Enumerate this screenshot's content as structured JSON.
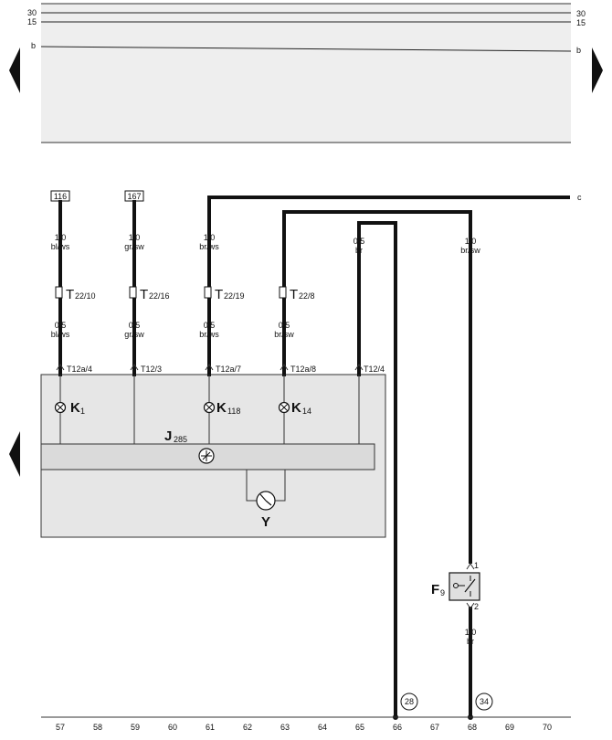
{
  "rails": [
    {
      "id": "30",
      "left": "30",
      "right": "30"
    },
    {
      "id": "15",
      "left": "15",
      "right": "15"
    },
    {
      "id": "b",
      "left": "b",
      "right": "b"
    }
  ],
  "rail_c": "c",
  "ref_boxes": [
    "116",
    "167"
  ],
  "wires": [
    {
      "top_size": "1,0",
      "top_color": "bl/ws",
      "connector": "T",
      "connector_sub": "22/10",
      "bottom_size": "0,5",
      "bottom_color": "bl/ws",
      "pin": "T12a/4"
    },
    {
      "top_size": "1,0",
      "top_color": "gr/sw",
      "connector": "T",
      "connector_sub": "22/16",
      "bottom_size": "0,5",
      "bottom_color": "gr/sw",
      "pin": "T12/3"
    },
    {
      "top_size": "1,0",
      "top_color": "br/ws",
      "connector": "T",
      "connector_sub": "22/19",
      "bottom_size": "0,5",
      "bottom_color": "br/ws",
      "pin": "T12a/7"
    },
    {
      "top_size": "",
      "top_color": "",
      "connector": "T",
      "connector_sub": "22/8",
      "bottom_size": "0,5",
      "bottom_color": "br/sw",
      "pin": "T12a/8"
    },
    {
      "top_size": "0,5",
      "top_color": "br",
      "connector": "",
      "connector_sub": "",
      "bottom_size": "",
      "bottom_color": "",
      "pin": "T12/4"
    },
    {
      "top_size": "1,0",
      "top_color": "br/sw",
      "connector": "",
      "connector_sub": "",
      "bottom_size": "",
      "bottom_color": "",
      "pin": ""
    }
  ],
  "lamps": [
    {
      "name": "K",
      "sub": "1"
    },
    {
      "name": "K",
      "sub": "118"
    },
    {
      "name": "K",
      "sub": "14"
    }
  ],
  "control_unit": {
    "name": "J",
    "sub": "285"
  },
  "clock": {
    "name": "Y"
  },
  "switch": {
    "name": "F",
    "sub": "9",
    "pin_top": "1",
    "pin_bottom": "2",
    "wire_size": "1,0",
    "wire_color": "br"
  },
  "ground_refs": [
    "28",
    "34"
  ],
  "bottom_numbers": [
    "57",
    "58",
    "59",
    "60",
    "61",
    "62",
    "63",
    "64",
    "65",
    "66",
    "67",
    "68",
    "69",
    "70"
  ],
  "colors": {
    "ink": "#111111",
    "panel_fill": "#e9e9e9",
    "grid_bg": "#f2f2f2"
  }
}
